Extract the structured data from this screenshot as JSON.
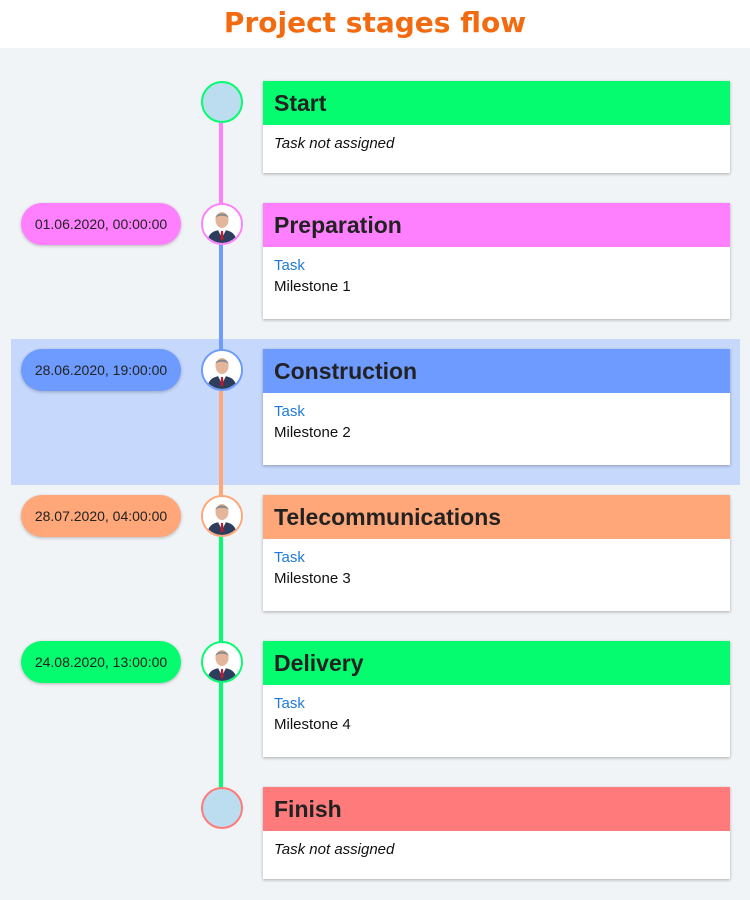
{
  "title": "Project stages flow",
  "colors": {
    "title": "#f26b10",
    "background": "#f1f4f7",
    "highlight": "#c6d8fb",
    "link": "#1f7ad6",
    "empty_node_fill": "#bcdcf0"
  },
  "stages": [
    {
      "name": "Start",
      "date": "",
      "task_link": "",
      "detail": "Task not assigned",
      "assigned": false,
      "color": "#05fc6e",
      "node": "empty",
      "avatar_icon": ""
    },
    {
      "name": "Preparation",
      "date": "01.06.2020, 00:00:00",
      "task_link": "Task",
      "detail": "Milestone 1",
      "assigned": true,
      "color": "#ff80ff",
      "node": "avatar",
      "avatar_icon": "person-avatar-icon"
    },
    {
      "name": "Construction",
      "date": "28.06.2020, 19:00:00",
      "task_link": "Task",
      "detail": "Milestone 2",
      "assigned": true,
      "color": "#6e9bff",
      "node": "avatar",
      "avatar_icon": "person-avatar-icon",
      "highlighted": true
    },
    {
      "name": "Telecommunications",
      "date": "28.07.2020, 04:00:00",
      "task_link": "Task",
      "detail": "Milestone 3",
      "assigned": true,
      "color": "#ffa779",
      "node": "avatar",
      "avatar_icon": "person-avatar-icon"
    },
    {
      "name": "Delivery",
      "date": "24.08.2020, 13:00:00",
      "task_link": "Task",
      "detail": "Milestone 4",
      "assigned": true,
      "color": "#05fc6e",
      "node": "avatar",
      "avatar_icon": "person-avatar-icon"
    },
    {
      "name": "Finish",
      "date": "",
      "task_link": "",
      "detail": "Task not assigned",
      "assigned": false,
      "color": "#ff7a7a",
      "node": "empty",
      "avatar_icon": ""
    }
  ]
}
